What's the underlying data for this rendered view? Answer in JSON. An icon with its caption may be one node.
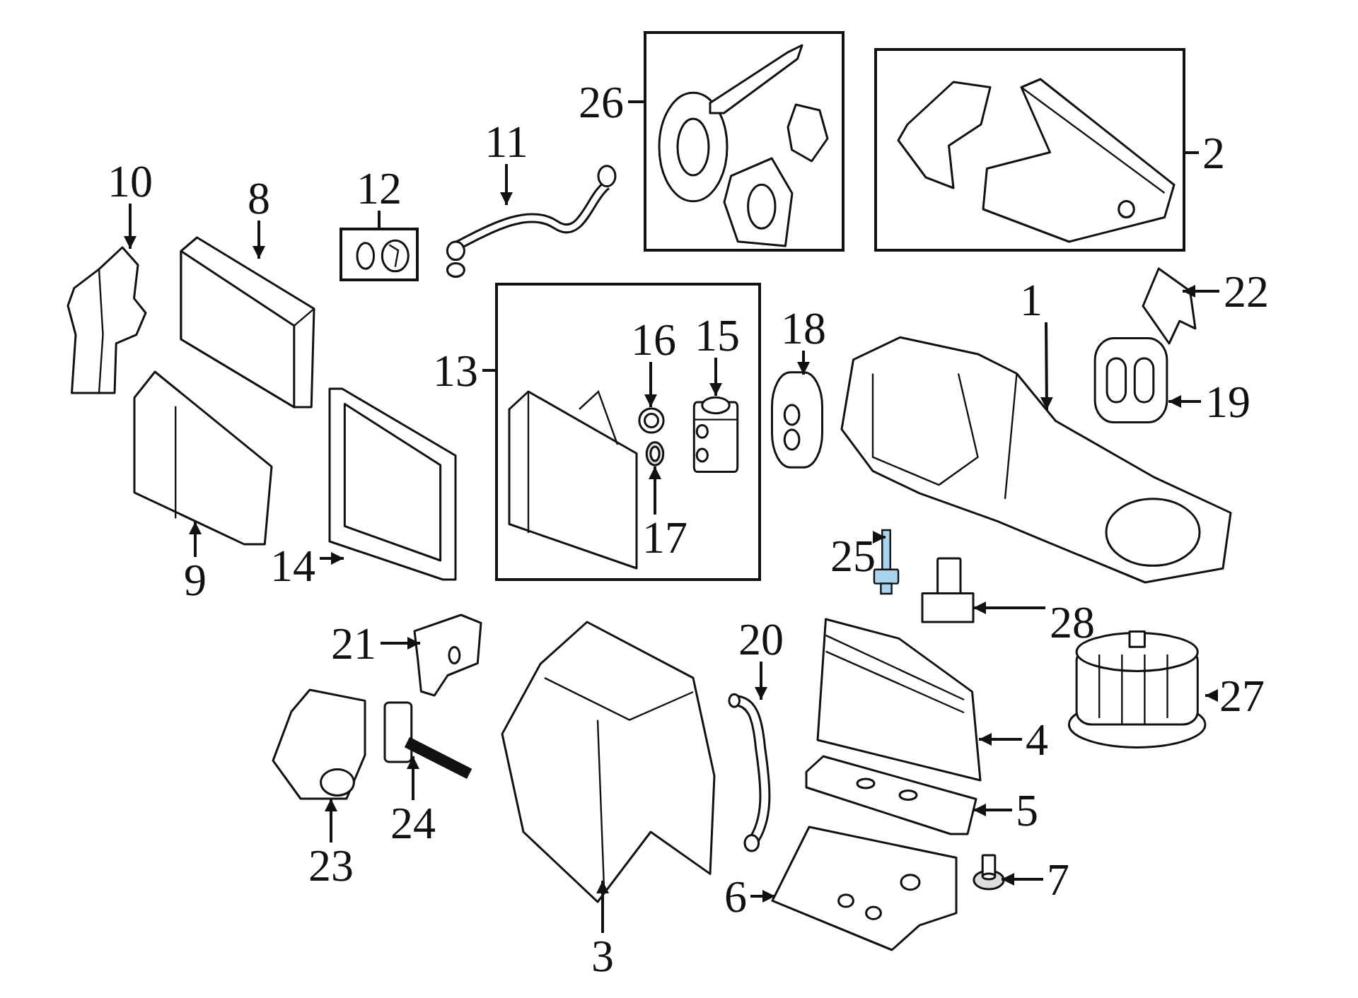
{
  "diagram": {
    "nodes": [
      {
        "text": [
          "10"
        ]
      },
      {
        "text": [],
        "shape": "picture"
      },
      {
        "text": [
          "8"
        ]
      },
      {
        "text": [],
        "shape": "picture"
      },
      {
        "text": [
          "12"
        ]
      },
      {
        "text": [],
        "shape": "box"
      },
      {
        "text": [
          "11"
        ]
      },
      {
        "text": [],
        "shape": "picture"
      },
      {
        "text": [
          "26"
        ]
      },
      {
        "text": [],
        "shape": "box"
      },
      {
        "text": [],
        "shape": "box"
      },
      {
        "text": [
          "2"
        ]
      },
      {
        "text": [
          "13"
        ]
      },
      {
        "text": [],
        "shape": "box"
      },
      {
        "text": [
          "16"
        ],
        "in": 13
      },
      {
        "text": [],
        "shape": "picture",
        "in": 13
      },
      {
        "text": [
          "15"
        ],
        "in": 13
      },
      {
        "text": [],
        "shape": "picture",
        "in": 13
      },
      {
        "text": [],
        "shape": "picture",
        "in": 13
      },
      {
        "text": [
          "17"
        ],
        "in": 13
      },
      {
        "text": [
          "18"
        ]
      },
      {
        "text": [],
        "shape": "picture"
      },
      {
        "text": [
          "1"
        ]
      },
      {
        "text": [],
        "shape": "picture"
      },
      {
        "text": [],
        "shape": "picture"
      },
      {
        "text": [
          "22"
        ]
      },
      {
        "text": [],
        "shape": "picture"
      },
      {
        "text": [
          "19"
        ]
      },
      {
        "text": [],
        "shape": "picture"
      },
      {
        "text": [
          "9"
        ]
      },
      {
        "text": [],
        "shape": "picture"
      },
      {
        "text": [
          "14"
        ]
      },
      {
        "text": [
          "25"
        ]
      },
      {
        "text": [],
        "shape": "picture"
      },
      {
        "text": [],
        "shape": "picture"
      },
      {
        "text": [
          "28"
        ]
      },
      {
        "text": [
          "21"
        ]
      },
      {
        "text": [],
        "shape": "picture"
      },
      {
        "text": [
          "20"
        ]
      },
      {
        "text": [],
        "shape": "picture"
      },
      {
        "text": [],
        "shape": "picture"
      },
      {
        "text": [
          "4"
        ]
      },
      {
        "text": [],
        "shape": "picture"
      },
      {
        "text": [
          "27"
        ]
      },
      {
        "text": [],
        "shape": "picture"
      },
      {
        "text": [
          "23"
        ]
      },
      {
        "text": [],
        "shape": "picture"
      },
      {
        "text": [
          "24"
        ]
      },
      {
        "text": [],
        "shape": "picture"
      },
      {
        "text": [
          "5"
        ]
      },
      {
        "text": [
          "6"
        ]
      },
      {
        "text": [],
        "shape": "picture"
      },
      {
        "text": [],
        "shape": "picture"
      },
      {
        "text": [
          "7"
        ]
      },
      {
        "text": [],
        "shape": "picture"
      },
      {
        "text": [
          "3"
        ]
      }
    ],
    "edges": [
      {
        "from": 0,
        "to": 1,
        "arrow": "to"
      },
      {
        "from": 2,
        "to": 3,
        "arrow": "to"
      },
      {
        "from": 4,
        "to": 5,
        "arrow": "none"
      },
      {
        "from": 6,
        "to": 7,
        "arrow": "to"
      },
      {
        "from": 8,
        "to": 9,
        "arrow": "none"
      },
      {
        "from": 11,
        "to": 10,
        "arrow": "none"
      },
      {
        "from": 12,
        "to": 13,
        "arrow": "none"
      },
      {
        "from": 14,
        "to": 15,
        "arrow": "to"
      },
      {
        "from": 16,
        "to": 17,
        "arrow": "to"
      },
      {
        "from": 19,
        "to": 18,
        "arrow": "to"
      },
      {
        "from": 20,
        "to": 21,
        "arrow": "to"
      },
      {
        "from": 22,
        "to": 23,
        "arrow": "to"
      },
      {
        "from": 25,
        "to": 24,
        "arrow": "to"
      },
      {
        "from": 27,
        "to": 26,
        "arrow": "to"
      },
      {
        "from": 29,
        "to": 28,
        "arrow": "to"
      },
      {
        "from": 31,
        "to": 30,
        "arrow": "to"
      },
      {
        "from": 32,
        "to": 33,
        "arrow": "to"
      },
      {
        "from": 35,
        "to": 34,
        "arrow": "to"
      },
      {
        "from": 36,
        "to": 37,
        "arrow": "to"
      },
      {
        "from": 38,
        "to": 39,
        "arrow": "to"
      },
      {
        "from": 41,
        "to": 40,
        "arrow": "to"
      },
      {
        "from": 43,
        "to": 42,
        "arrow": "to"
      },
      {
        "from": 45,
        "to": 44,
        "arrow": "to"
      },
      {
        "from": 47,
        "to": 46,
        "arrow": "to"
      },
      {
        "from": 49,
        "to": 48,
        "arrow": "to"
      },
      {
        "from": 50,
        "to": 51,
        "arrow": "to"
      },
      {
        "from": 53,
        "to": 52,
        "arrow": "to"
      },
      {
        "from": 55,
        "to": 54,
        "arrow": "to"
      }
    ]
  }
}
